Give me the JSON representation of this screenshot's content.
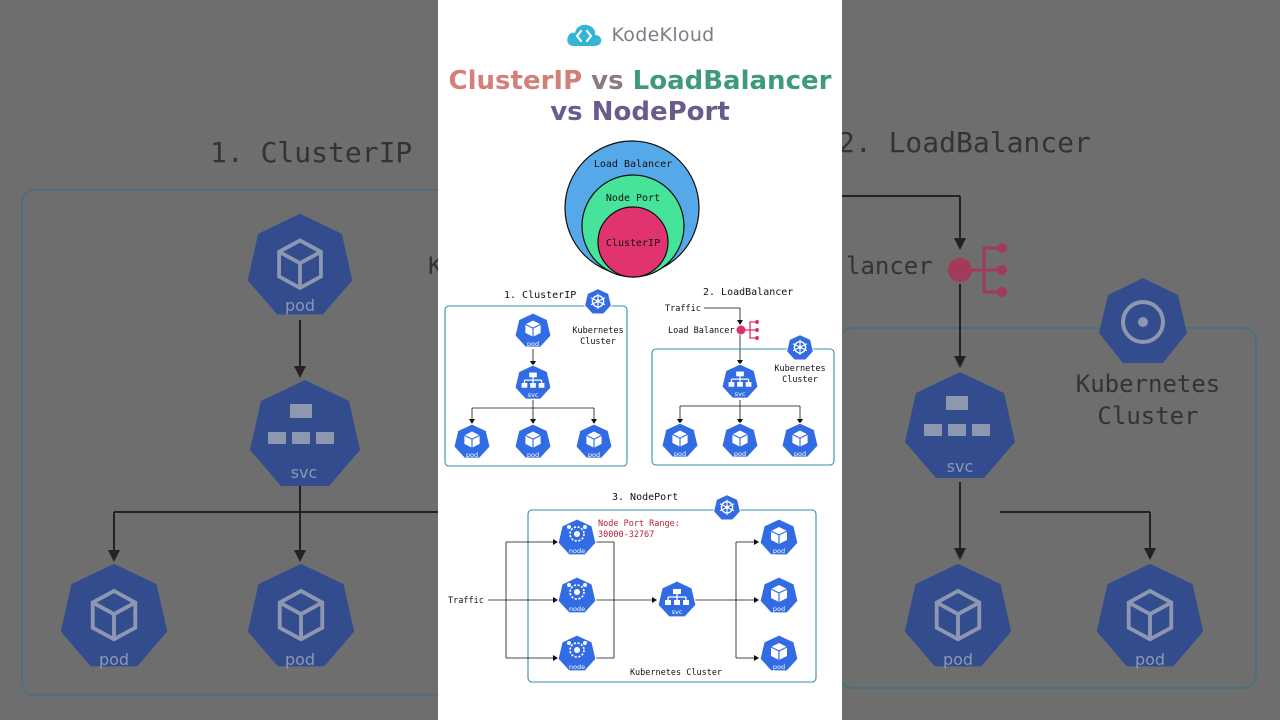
{
  "brand": {
    "name": "KodeKloud"
  },
  "title": {
    "line1_a": "ClusterIP",
    "line1_vs": " vs ",
    "line1_b": "LoadBalancer",
    "line2_vs": "vs ",
    "line2_b": "NodePort"
  },
  "venn": {
    "outer": "Load Balancer",
    "middle": "Node Port",
    "inner": "ClusterIP"
  },
  "labels": {
    "pod": "pod",
    "svc": "svc",
    "node": "node",
    "traffic": "Traffic",
    "kubernetes": "Kubernetes",
    "cluster": "Cluster",
    "kubernetes_cluster": "Kubernetes Cluster",
    "load_balancer": "Load Balancer"
  },
  "clusterip": {
    "heading": "1. ClusterIP"
  },
  "loadbalancer": {
    "heading": "2. LoadBalancer"
  },
  "nodeport": {
    "heading": "3. NodePort",
    "range_line1": "Node Port Range:",
    "range_line2": "30000-32767"
  },
  "background": {
    "left_heading": "1. ClusterIP",
    "right_heading": "2. LoadBalancer",
    "right_lb_partial": "lancer",
    "left_partial": "K"
  },
  "colors": {
    "k8s_blue": "#326ce5",
    "lb_pink": "#d6336c",
    "cluster_border": "#2f8fb0",
    "venn_outer": "#56a9e8",
    "venn_middle": "#46e39a",
    "venn_inner": "#e0336f"
  }
}
